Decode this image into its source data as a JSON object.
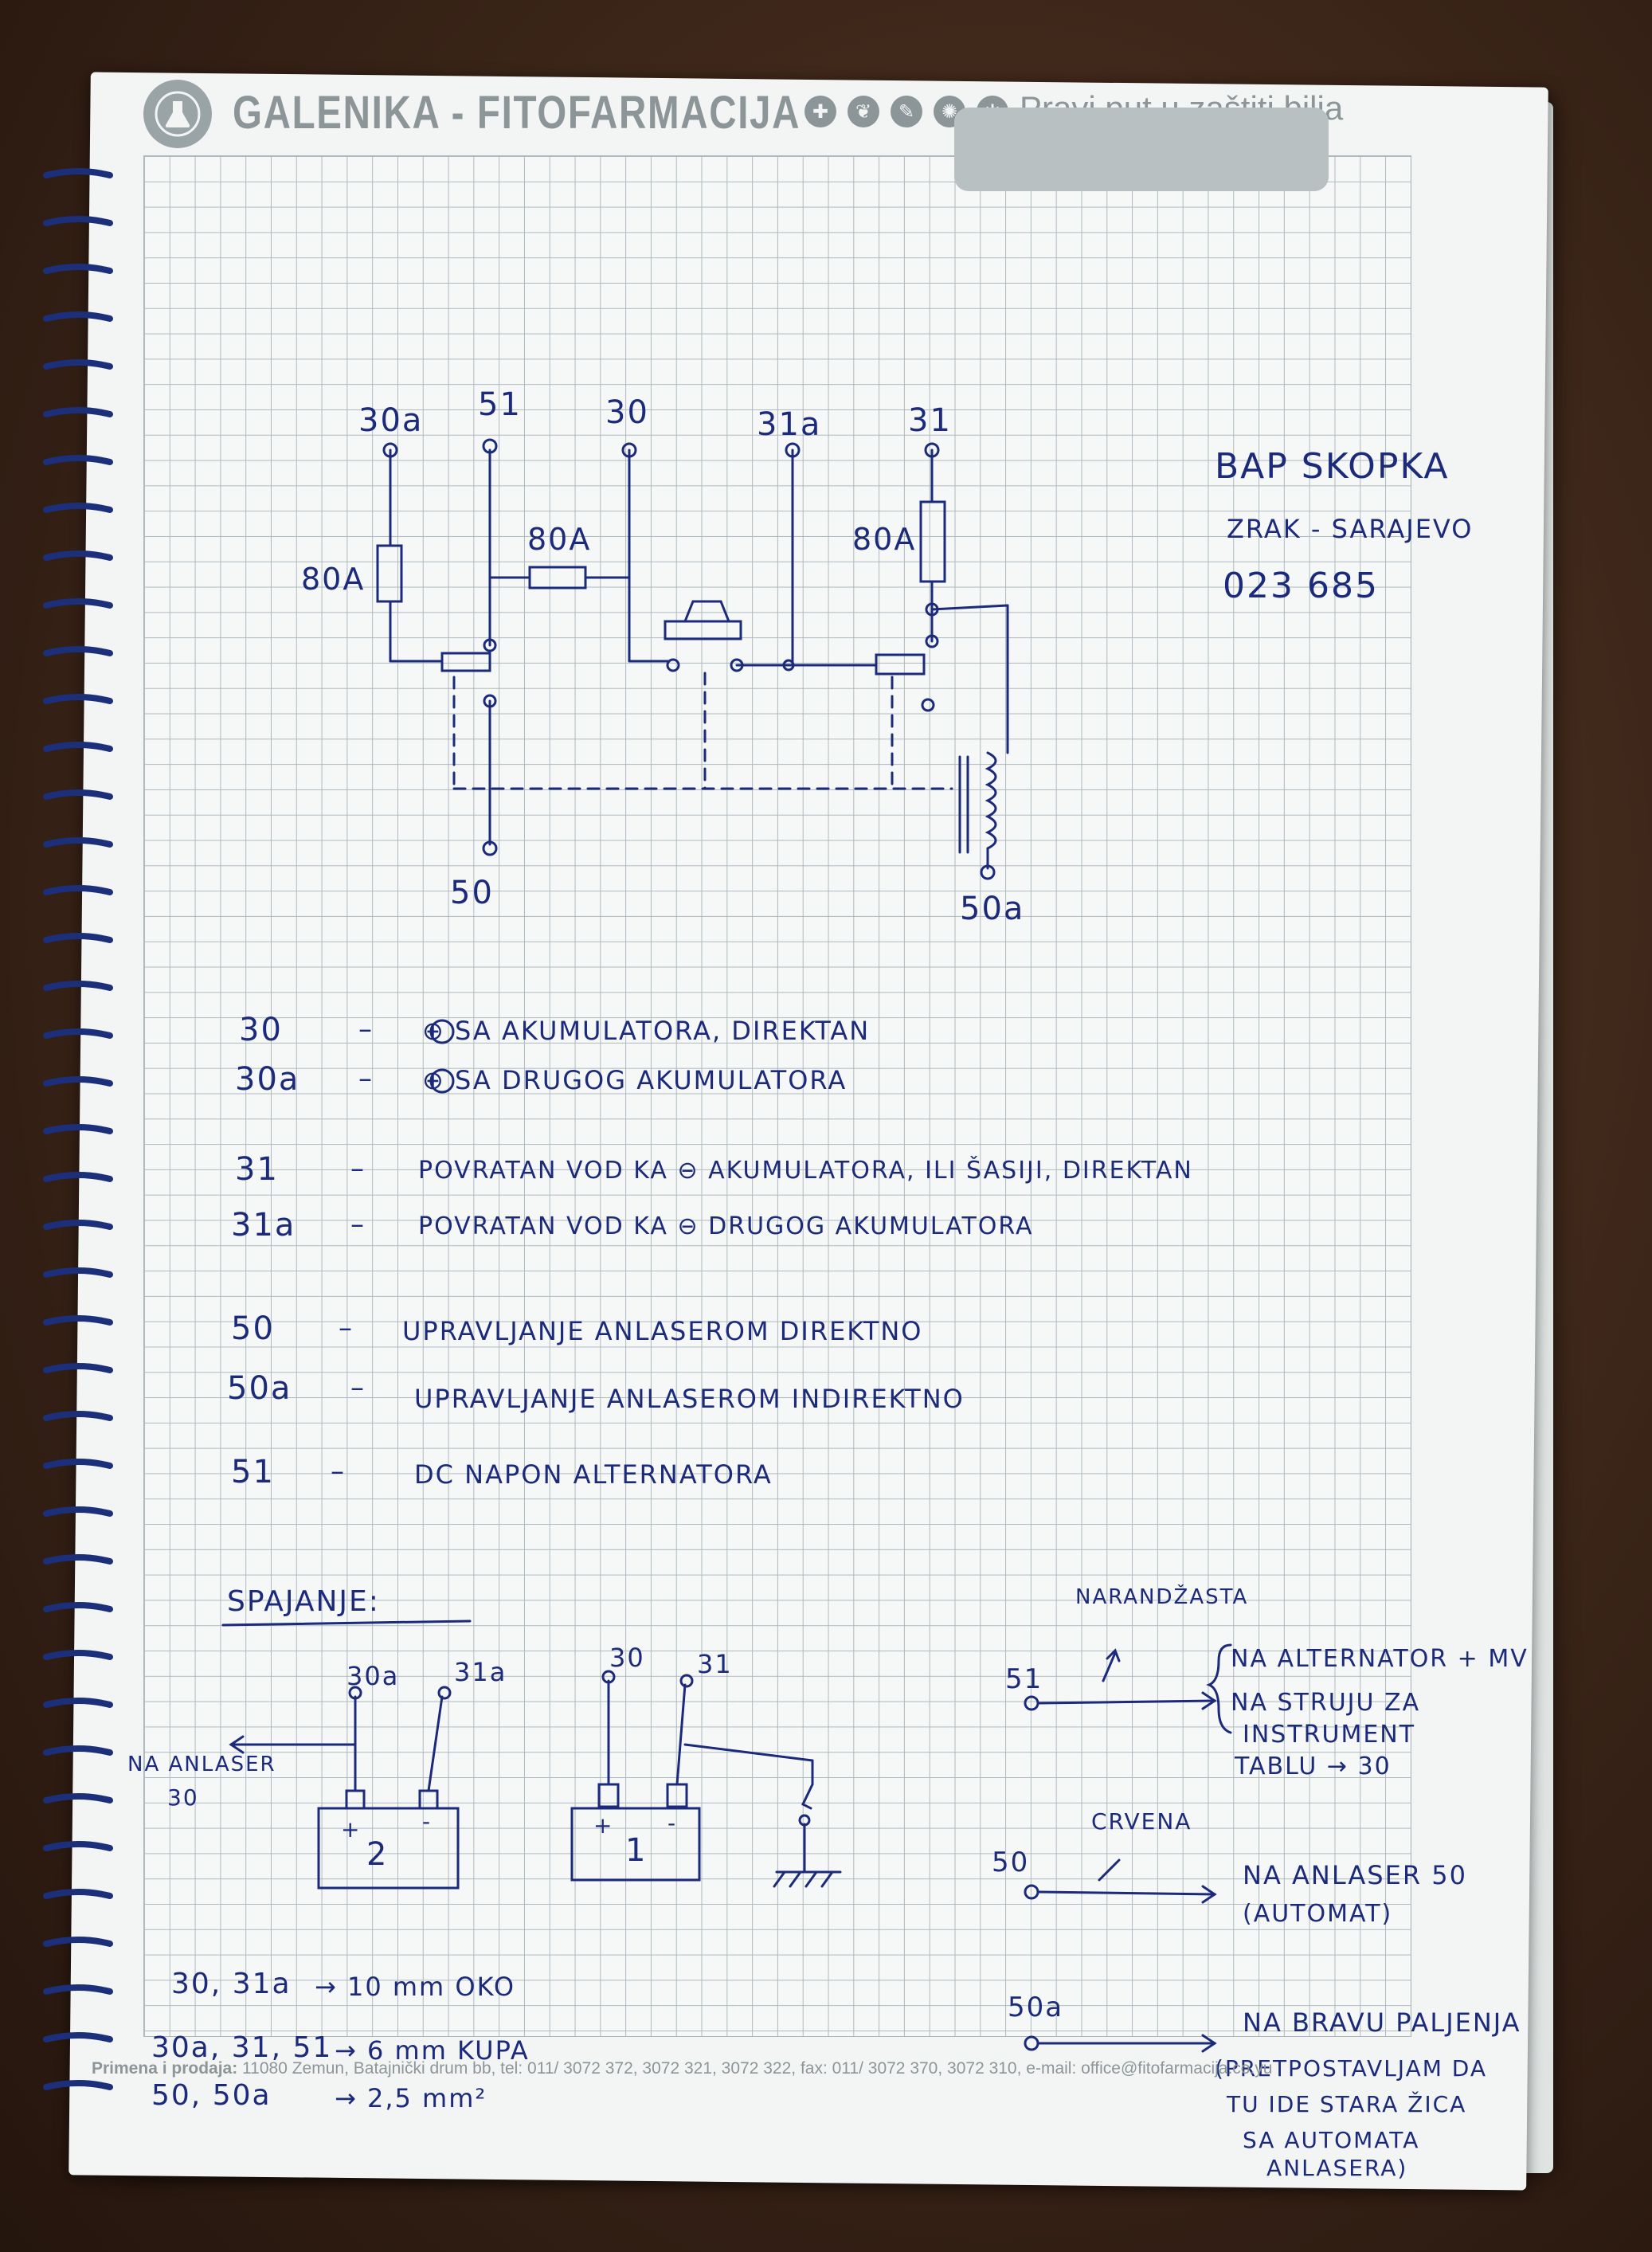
{
  "header": {
    "brand": "GALENIKA - FITOFARMACIJA",
    "tagline": "Pravi put u zaštiti bilja"
  },
  "diagram": {
    "terminals": {
      "t30a": "30a",
      "t51": "51",
      "t30": "30",
      "t31a": "31a",
      "t31": "31",
      "t50": "50",
      "t50a": "50a"
    },
    "fuse_left": "80A",
    "fuse_mid": "80A",
    "fuse_right": "80A"
  },
  "side_note": {
    "line1": "BAP SKOPKA",
    "line2": "ZRAK - SARAJEVO",
    "line3": "023 685"
  },
  "legend": [
    {
      "code": "30",
      "text": "⊕ SA AKUMULATORA, DIREKTAN"
    },
    {
      "code": "30a",
      "text": "⊕ SA DRUGOG AKUMULATORA"
    },
    {
      "code": "31",
      "text": "POVRATAN VOD KA ⊖ AKUMULATORA, ILI ŠASIJI, DIREKTAN"
    },
    {
      "code": "31a",
      "text": "POVRATAN VOD KA ⊖ DRUGOG AKUMULATORA"
    },
    {
      "code": "50",
      "text": "UPRAVLJANJE ANLASEROM DIREKTNO"
    },
    {
      "code": "50a",
      "text": "UPRAVLJANJE ANLASEROM INDIREKTNO"
    },
    {
      "code": "51",
      "text": "DC NAPON ALTERNATORA"
    }
  ],
  "connections": {
    "heading": "SPAJANJE:",
    "battery2": {
      "label": "2",
      "plus": "+",
      "minus": "-",
      "t_left": "30a",
      "t_right": "31a",
      "arrow_label_1": "NA ANLASER",
      "arrow_label_2": "30"
    },
    "battery1": {
      "label": "1",
      "plus": "+",
      "minus": "-",
      "t_left": "30",
      "t_right": "31"
    },
    "wire51": {
      "code": "51",
      "color": "NARANDŽASTA",
      "lines": [
        "NA ALTERNATOR + MV",
        "NA STRUJU ZA",
        "INSTRUMENT",
        "TABLU → 30"
      ]
    },
    "wire50": {
      "code": "50",
      "color": "CRVENA",
      "lines": [
        "NA ANLASER 50",
        "(AUTOMAT)"
      ]
    },
    "wire50a": {
      "code": "50a",
      "lines": [
        "NA BRAVU PALJENJA",
        "(PRETPOSTAVLJAM DA",
        "TU IDE STARA ŽICA",
        "SA AUTOMATA",
        "ANLASERA)"
      ]
    }
  },
  "cables": [
    {
      "from": "30, 31a",
      "to": "→ 10 mm OKO"
    },
    {
      "from": "30a, 31, 51",
      "to": "→ 6 mm KUPA"
    },
    {
      "from": "50, 50a",
      "to": "→ 2,5 mm²"
    }
  ],
  "footer": {
    "bold": "Primena i prodaja:",
    "text": " 11080 Zemun, Batajnički drum bb, tel: 011/ 3072 372, 3072 321, 3072 322, fax: 011/ 3072 370, 3072 310, e-mail: office@fitofarmacija.co.yu"
  }
}
